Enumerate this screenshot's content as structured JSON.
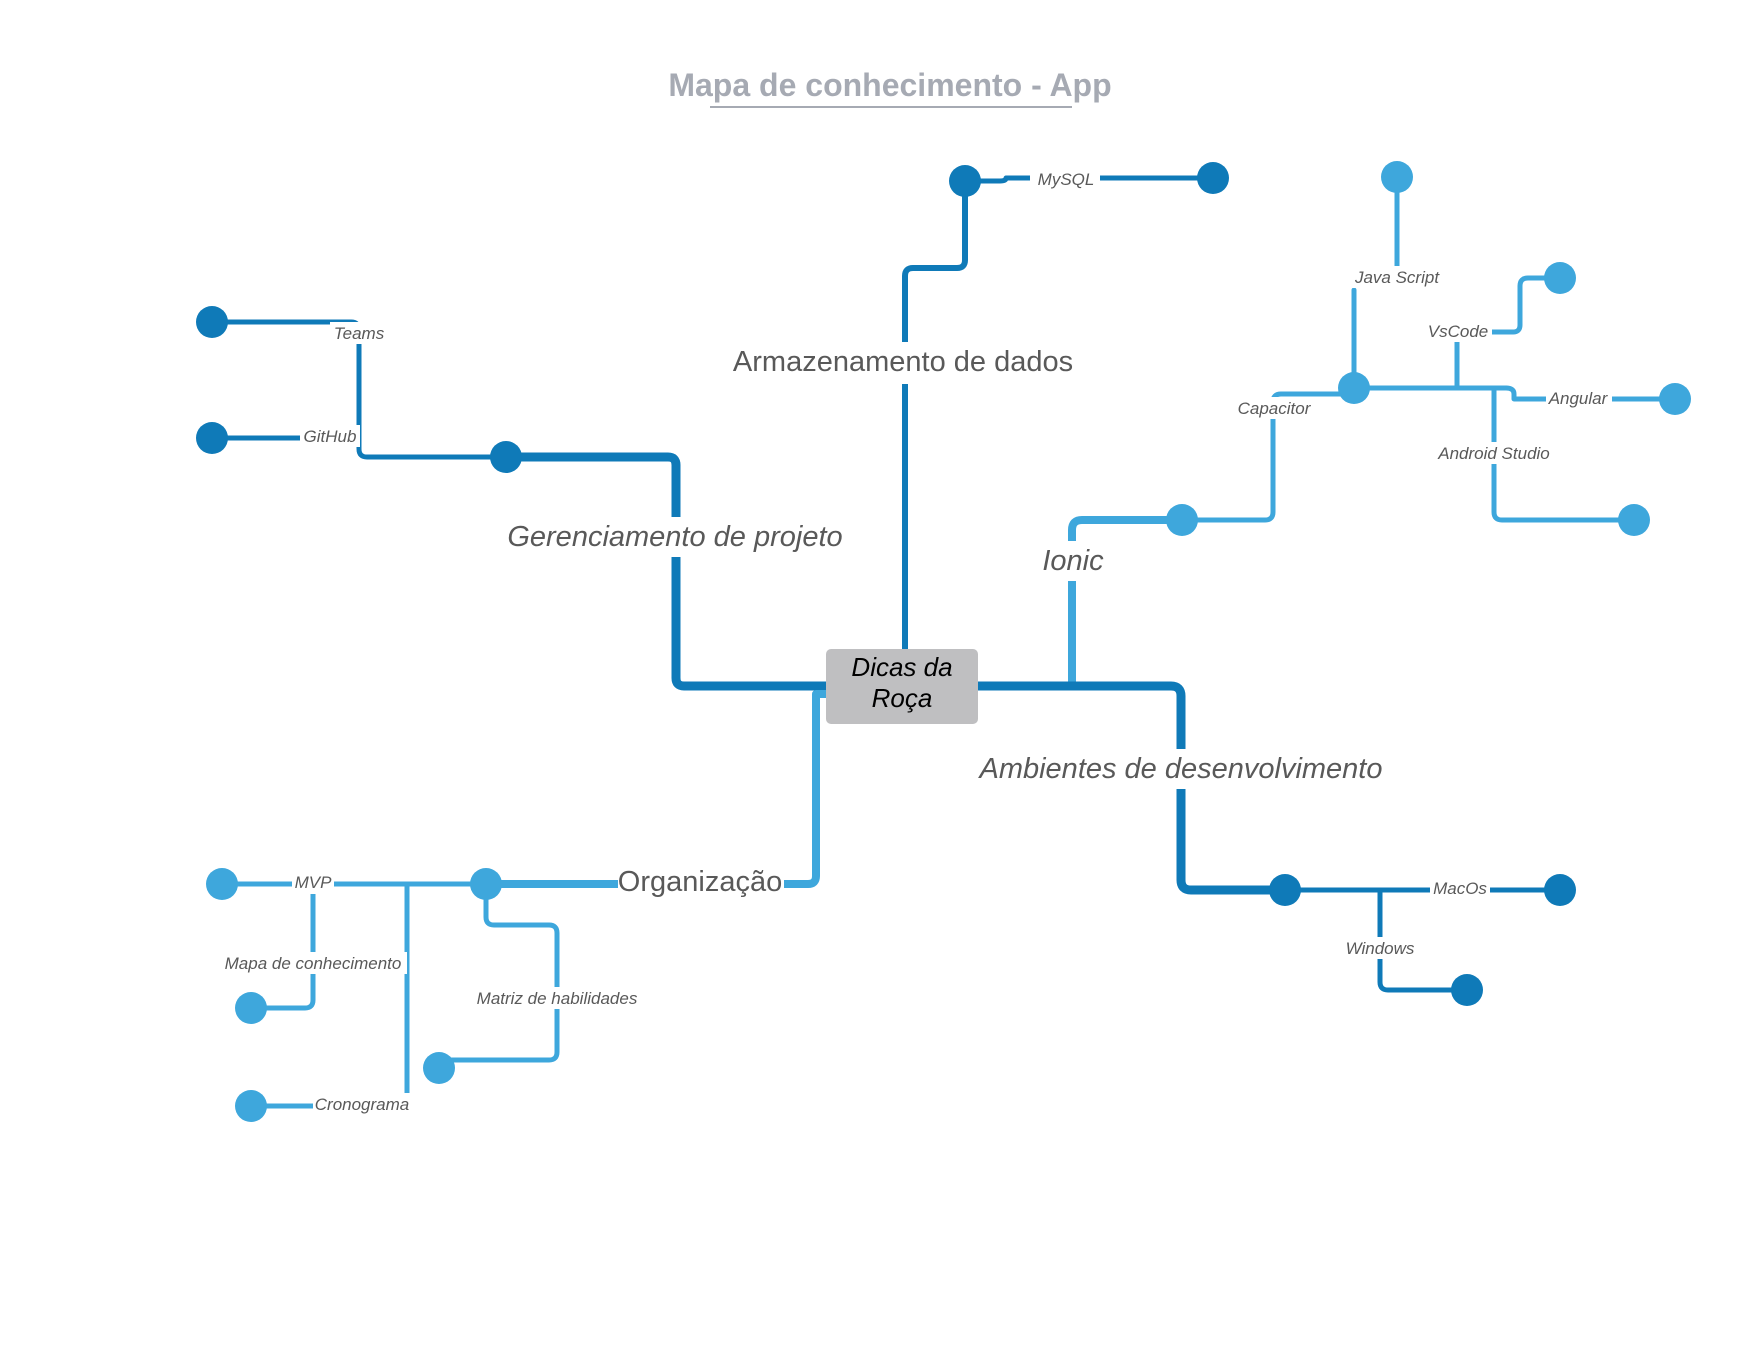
{
  "title": "Mapa de conhecimento - App",
  "colors": {
    "dark_blue": "#0f7ab8",
    "light_blue": "#3ea7dc",
    "root_fill": "#bfbfc1",
    "label_text": "#595959",
    "title_text": "#a6aab3"
  },
  "root": {
    "line1": "Dicas da",
    "line2": "Roça"
  },
  "branches": {
    "gerenciamento": {
      "label": "Gerenciamento de projeto",
      "children": {
        "teams": "Teams",
        "github": "GitHub"
      }
    },
    "armazenamento": {
      "label": "Armazenamento de dados",
      "children": {
        "mysql": "MySQL"
      }
    },
    "ionic": {
      "label": "Ionic",
      "children": {
        "capacitor": "Capacitor",
        "javascript": "Java Script",
        "vscode": "VsCode",
        "angular": "Angular",
        "android_studio": "Android Studio"
      }
    },
    "ambientes": {
      "label": "Ambientes de desenvolvimento",
      "children": {
        "macos": "MacOs",
        "windows": "Windows"
      }
    },
    "organizacao": {
      "label": "Organização",
      "children": {
        "mvp": "MVP",
        "mapa": "Mapa de conhecimento",
        "matriz": "Matriz de habilidades",
        "cronograma": "Cronograma"
      }
    }
  }
}
